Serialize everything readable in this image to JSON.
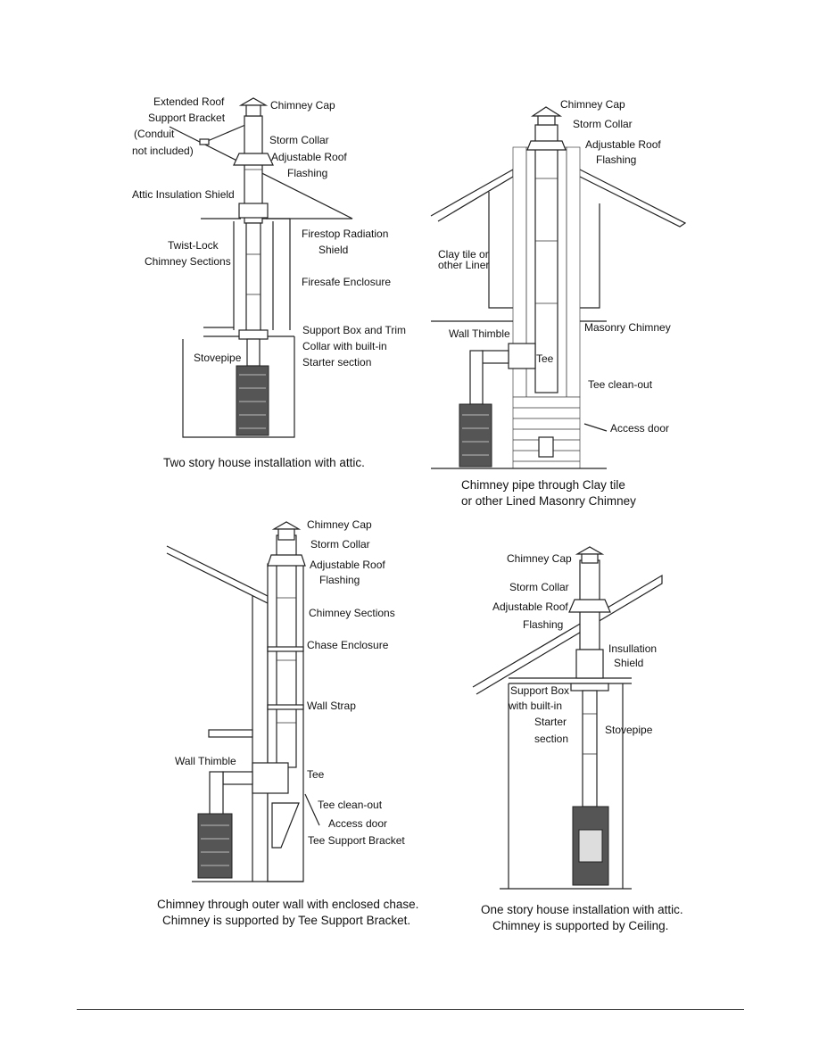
{
  "diagrams": [
    {
      "caption": [
        "Two story house installation with attic."
      ],
      "labels": {
        "extended_roof": "Extended Roof",
        "support_bracket": "Support Bracket",
        "conduit": "(Conduit",
        "not_included": "not included)",
        "chimney_cap": "Chimney Cap",
        "storm_collar": "Storm Collar",
        "adj_roof": "Adjustable Roof",
        "flashing": "Flashing",
        "attic_shield": "Attic Insulation Shield",
        "twist_lock": "Twist-Lock",
        "chimney_sections": "Chimney Sections",
        "firestop": "Firestop Radiation",
        "shield": "Shield",
        "firesafe": "Firesafe Enclosure",
        "support_box": "Support Box and Trim",
        "collar_builtin": "Collar with built-in",
        "starter": "Starter section",
        "stovepipe": "Stovepipe"
      }
    },
    {
      "caption": [
        "Chimney pipe through Clay tile",
        "or other Lined Masonry Chimney"
      ],
      "labels": {
        "chimney_cap": "Chimney Cap",
        "storm_collar": "Storm Collar",
        "adj_roof": "Adjustable Roof",
        "flashing": "Flashing",
        "clay_tile": "Clay tile or",
        "other_liner": "other Liner",
        "wall_thimble": "Wall Thimble",
        "masonry": "Masonry Chimney",
        "tee": "Tee",
        "tee_cleanout": "Tee clean-out",
        "access_door": "Access door"
      }
    },
    {
      "caption": [
        "Chimney through outer wall with enclosed chase.",
        "Chimney is supported by Tee Support Bracket."
      ],
      "labels": {
        "chimney_cap": "Chimney Cap",
        "storm_collar": "Storm Collar",
        "adj_roof": "Adjustable Roof",
        "flashing": "Flashing",
        "chimney_sections": "Chimney Sections",
        "chase": "Chase Enclosure",
        "wall_strap": "Wall Strap",
        "wall_thimble": "Wall Thimble",
        "tee": "Tee",
        "tee_cleanout": "Tee clean-out",
        "access_door": "Access door",
        "tee_bracket": "Tee Support Bracket"
      }
    },
    {
      "caption": [
        "One story house installation with attic.",
        "Chimney is supported by Ceiling."
      ],
      "labels": {
        "chimney_cap": "Chimney Cap",
        "storm_collar": "Storm Collar",
        "adj_roof": "Adjustable Roof",
        "flashing": "Flashing",
        "insulation": "Insullation",
        "shield": "Shield",
        "support_box": "Support Box",
        "with_builtin": "with built-in",
        "starter": "Starter",
        "section": "section",
        "stovepipe": "Stovepipe"
      }
    }
  ]
}
